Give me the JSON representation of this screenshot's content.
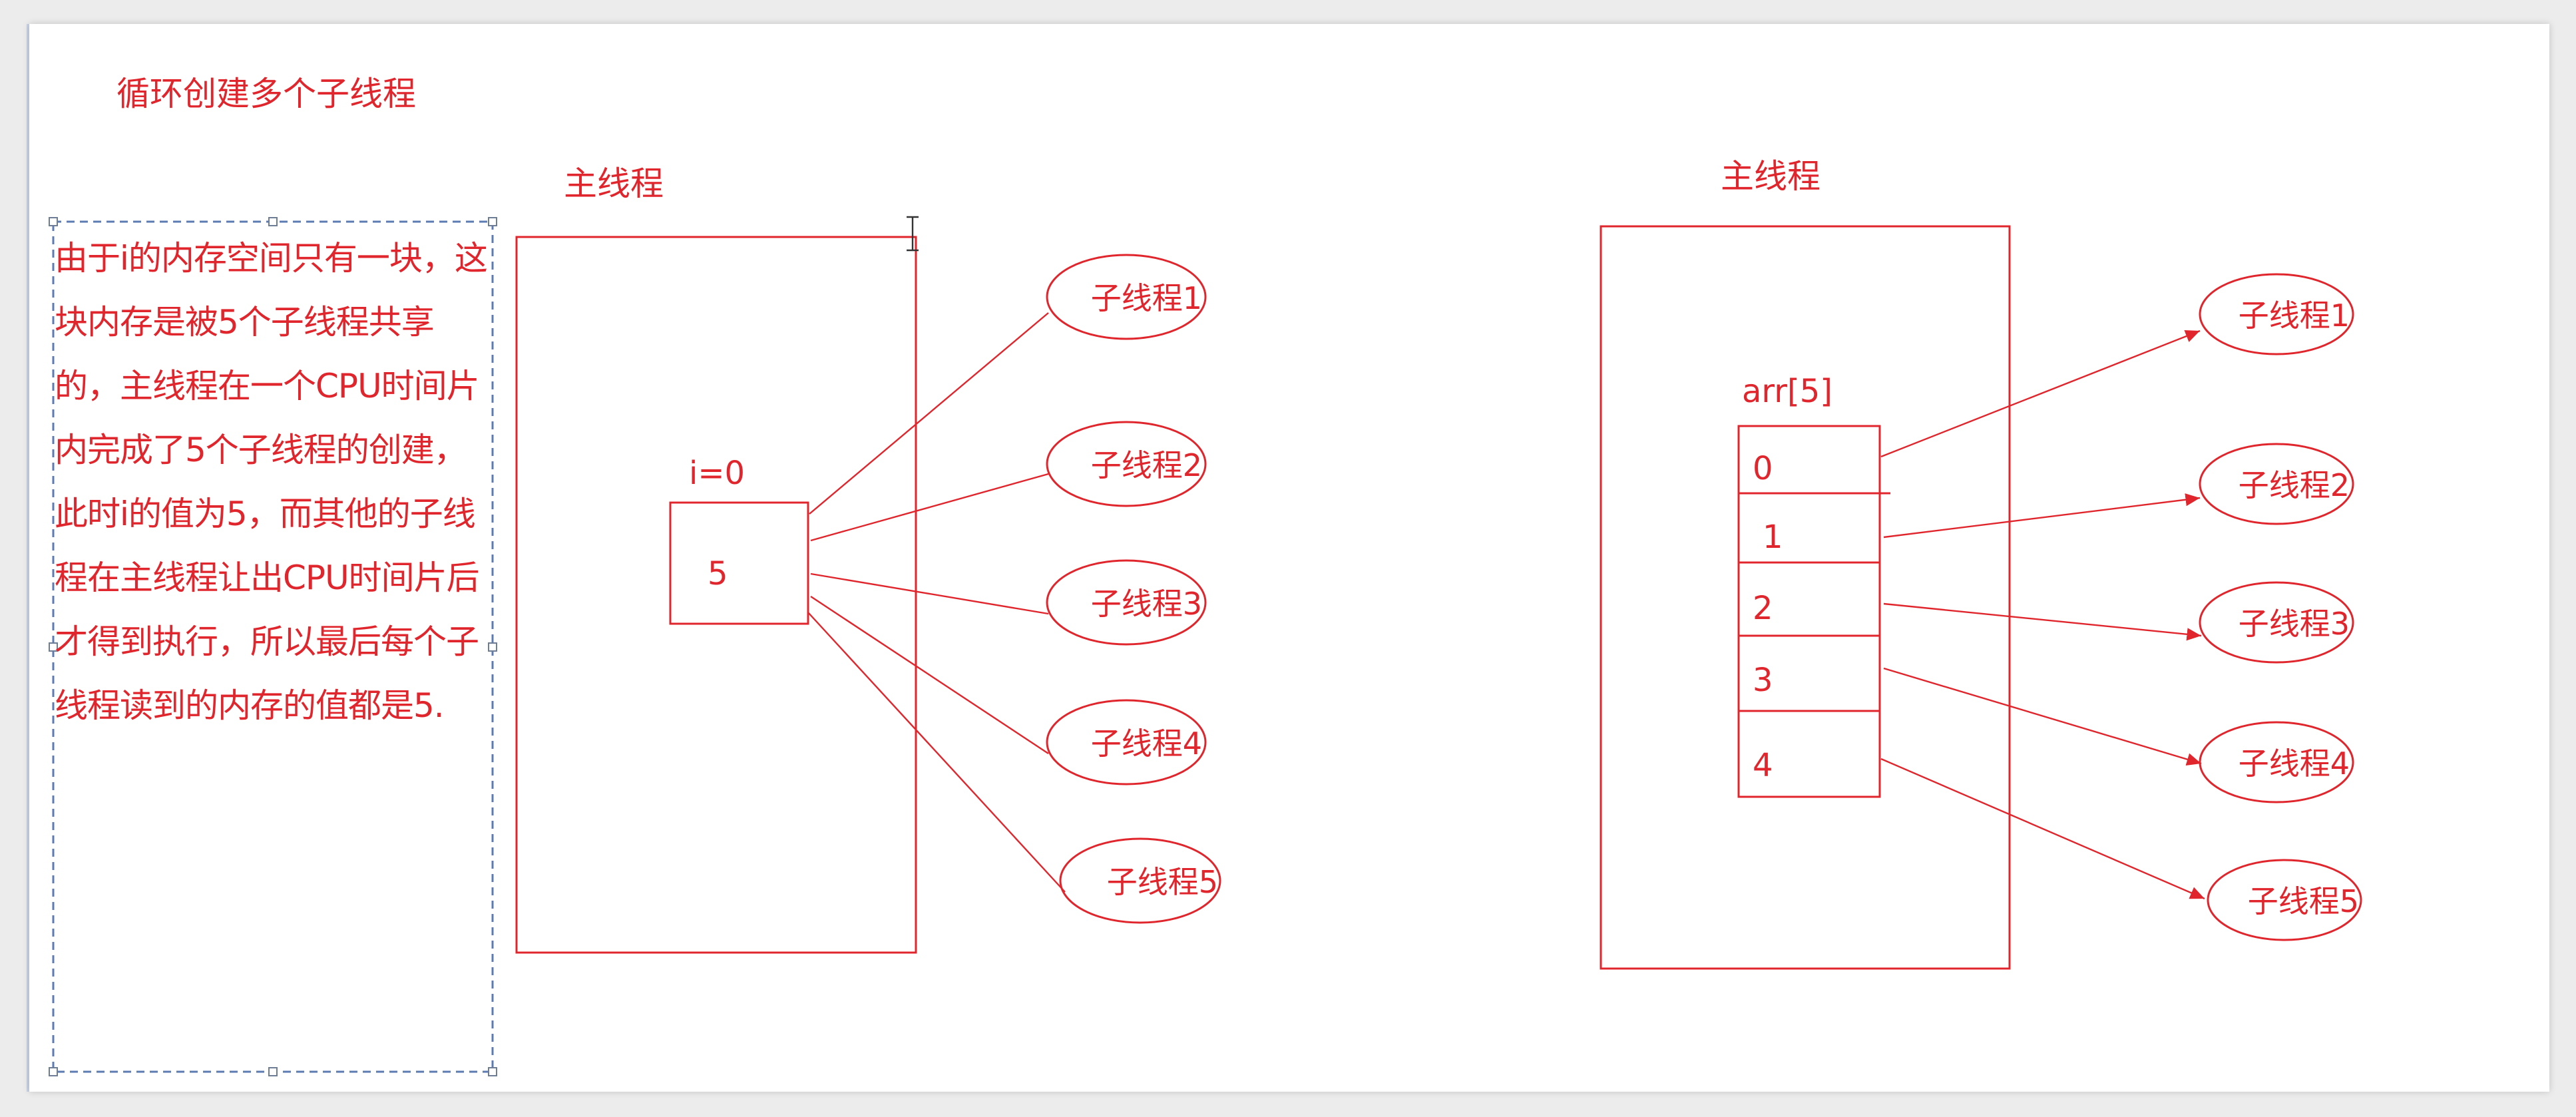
{
  "title": "循环创建多个子线程",
  "left_diagram": {
    "main_label": "主线程",
    "var_label": "i=0",
    "var_value": "5",
    "children": [
      "子线程1",
      "子线程2",
      "子线程3",
      "子线程4",
      "子线程5"
    ]
  },
  "right_diagram": {
    "main_label": "主线程",
    "array_label": "arr[5]",
    "cells": [
      "0",
      "1",
      "2",
      "3",
      "4"
    ],
    "children": [
      "子线程1",
      "子线程2",
      "子线程3",
      "子线程4",
      "子线程5"
    ]
  },
  "note": "由于i的内存空间只有一块，这块内存是被5个子线程共享的，主线程在一个CPU时间片内完成了5个子线程的创建，此时i的值为5，而其他的子线程在主线程让出CPU时间片后才得到执行，所以最后每个子线程读到的内存的值都是5."
}
